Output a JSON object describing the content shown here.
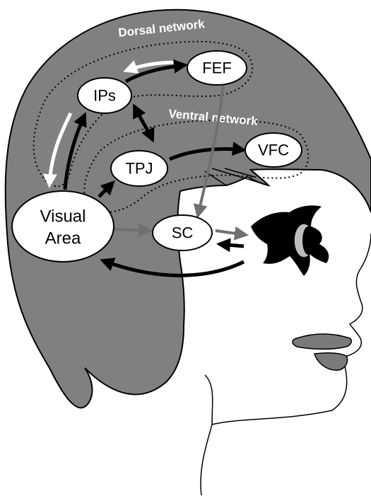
{
  "diagram": {
    "networks": {
      "dorsal": "Dorsal network",
      "ventral": "Ventral network"
    },
    "nodes": {
      "fef": "FEF",
      "ips": "IPs",
      "tpj": "TPJ",
      "vfc": "VFC",
      "sc": "SC",
      "visual_area_line1": "Visual",
      "visual_area_line2": "Area"
    },
    "colors": {
      "hair": "#808080",
      "outline": "#000000",
      "face": "#ffffff",
      "lips": "#7a7a7a",
      "gray_arrow": "#707070",
      "white_arrow": "#ffffff",
      "black_arrow": "#000000"
    }
  }
}
